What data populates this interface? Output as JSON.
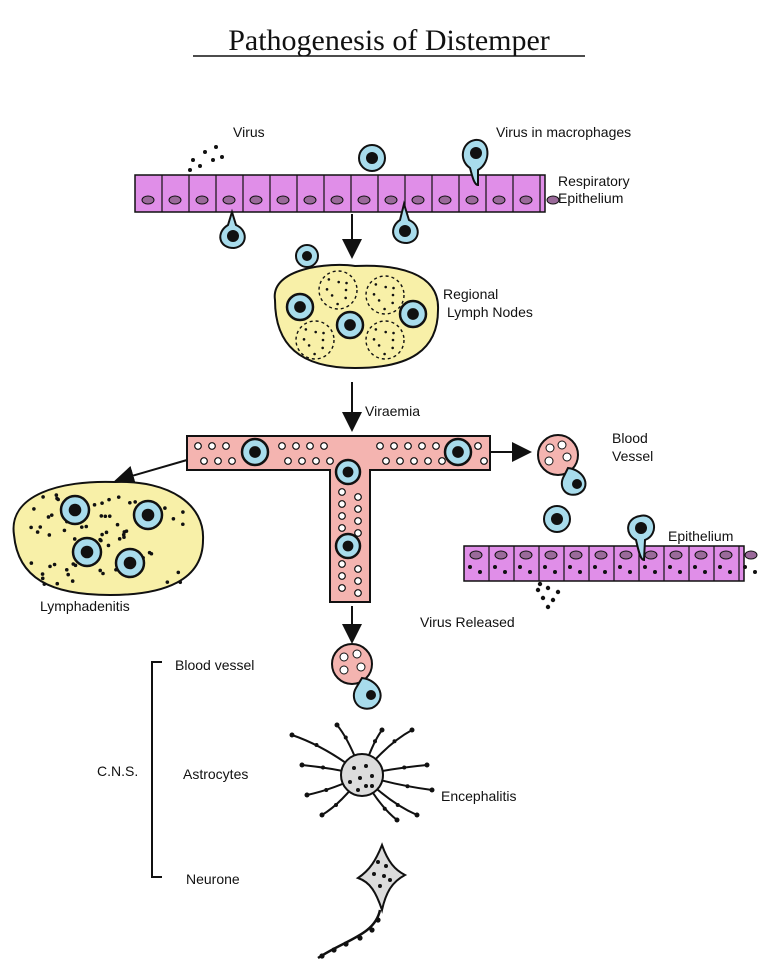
{
  "title": "Pathogenesis of Distemper",
  "labels": {
    "virus": "Virus",
    "virus_in_macrophages": "Virus in macrophages",
    "respiratory_1": "Respiratory",
    "respiratory_2": "Epithelium",
    "regional_1": "Regional",
    "regional_2": "Lymph Nodes",
    "viraemia": "Viraemia",
    "blood_vessel_1": "Blood",
    "blood_vessel_2": "Vessel",
    "epithelium": "Epithelium",
    "lymphadenitis": "Lymphadenitis",
    "virus_released": "Virus Released",
    "cns": "C.N.S.",
    "cns_blood_vessel": "Blood vessel",
    "astrocytes": "Astrocytes",
    "encephalitis": "Encephalitis",
    "neurone": "Neurone"
  },
  "colors": {
    "epithelium": "#e08ee8",
    "lymph_node": "#f8f0a8",
    "vessel": "#f4b4b0",
    "macrophage": "#a8dcec",
    "astrocyte": "#dcdcdc",
    "ink": "#111111"
  }
}
